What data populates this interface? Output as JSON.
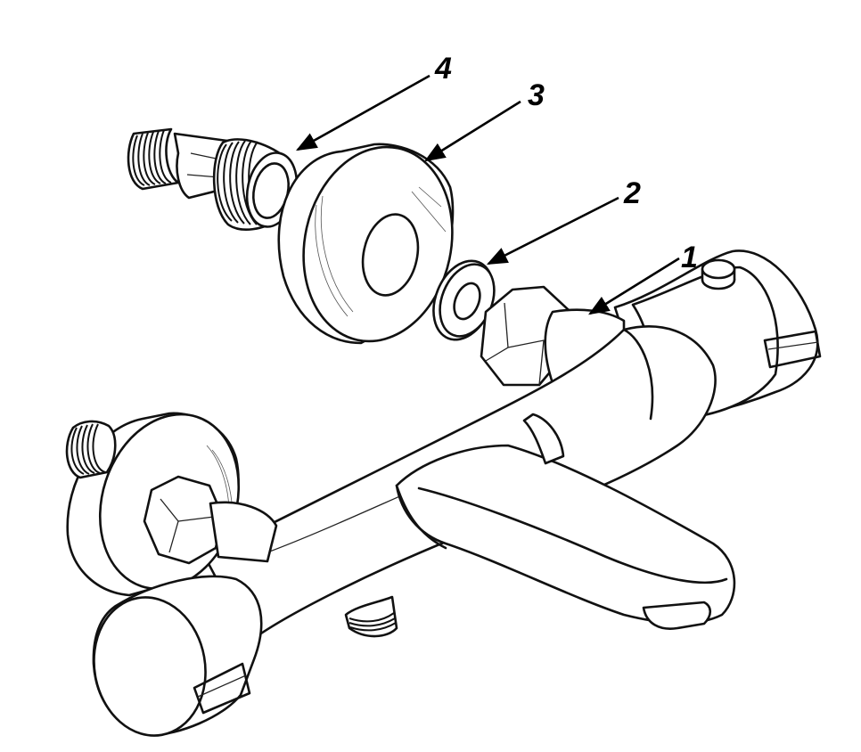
{
  "callouts": [
    {
      "id": "1",
      "label": "1"
    },
    {
      "id": "2",
      "label": "2"
    },
    {
      "id": "3",
      "label": "3"
    },
    {
      "id": "4",
      "label": "4"
    }
  ],
  "colors": {
    "background": "#ffffff",
    "line": "#111111"
  }
}
